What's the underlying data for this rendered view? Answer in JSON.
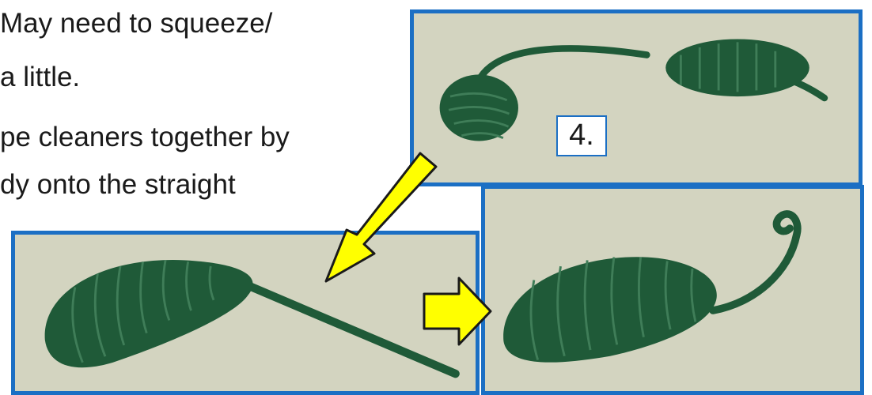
{
  "instructions": {
    "line1": "May need to squeeze/",
    "line2": "a little.",
    "line3": "pe cleaners together by",
    "line4": "dy onto the straight"
  },
  "photos": {
    "top": {
      "step_label": "4."
    }
  },
  "colors": {
    "frame": "#1b6fc4",
    "background": "#d3d4c0",
    "pipe_cleaner": "#1f5a38",
    "arrow_fill": "#ffff00",
    "arrow_outline": "#1a1a1a"
  },
  "icons": [
    "arrow-down-left-icon",
    "arrow-right-icon"
  ]
}
